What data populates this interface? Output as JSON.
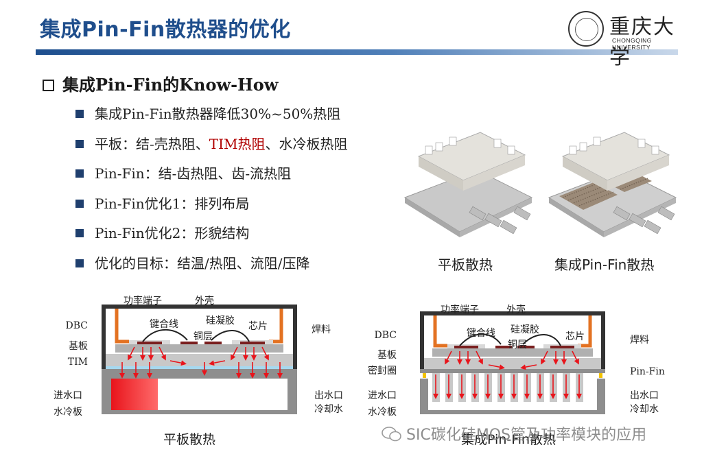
{
  "header": {
    "title": "集成Pin-Fin散热器的优化",
    "logo_cn": "重庆大学",
    "logo_en": "CHONGQING UNIVERSITY"
  },
  "section_title": "集成Pin-Fin的Know-How",
  "bullets": [
    {
      "text": "集成Pin-Fin散热器降低30%~50%热阻"
    },
    {
      "pre": "平板：结-壳热阻、",
      "highlight": "TIM热阻",
      "post": "、水冷板热阻"
    },
    {
      "text": "Pin-Fin：结-齿热阻、齿-流热阻"
    },
    {
      "text": "Pin-Fin优化1：排列布局"
    },
    {
      "text": "Pin-Fin优化2：形貌结构"
    },
    {
      "text": "优化的目标：结温/热阻、流阻/压降"
    }
  ],
  "photos": {
    "left_caption": "平板散热",
    "right_caption": "集成Pin-Fin散热"
  },
  "diagram_left": {
    "caption": "平板散热",
    "labels": {
      "power_terminal": "功率端子",
      "housing": "外壳",
      "bond_wire": "键合线",
      "gel": "硅凝胶",
      "chip": "芯片",
      "copper": "铜层",
      "dbc": "DBC",
      "baseplate": "基板",
      "tim": "TIM",
      "solder": "焊料",
      "inlet": "进水口",
      "outlet": "出水口",
      "cold_plate": "水冷板",
      "coolant": "冷却水"
    }
  },
  "diagram_right": {
    "caption": "集成Pin-Fin散热",
    "labels": {
      "power_terminal": "功率端子",
      "housing": "外壳",
      "bond_wire": "键合线",
      "gel": "硅凝胶",
      "chip": "芯片",
      "copper": "铜层",
      "dbc": "DBC",
      "baseplate": "基板",
      "seal": "密封圈",
      "pinfin": "Pin-Fin",
      "solder": "焊料",
      "inlet": "进水口",
      "outlet": "出水口",
      "cold_plate": "水冷板",
      "coolant": "冷却水"
    }
  },
  "watermark": "SIC碳化硅MOS管及功率模块的应用",
  "colors": {
    "title": "#1f4e8c",
    "accent_red": "#b00000",
    "terminal": "#e37222",
    "arrow": "#e8141b",
    "inlet": "#1ea0dc"
  }
}
